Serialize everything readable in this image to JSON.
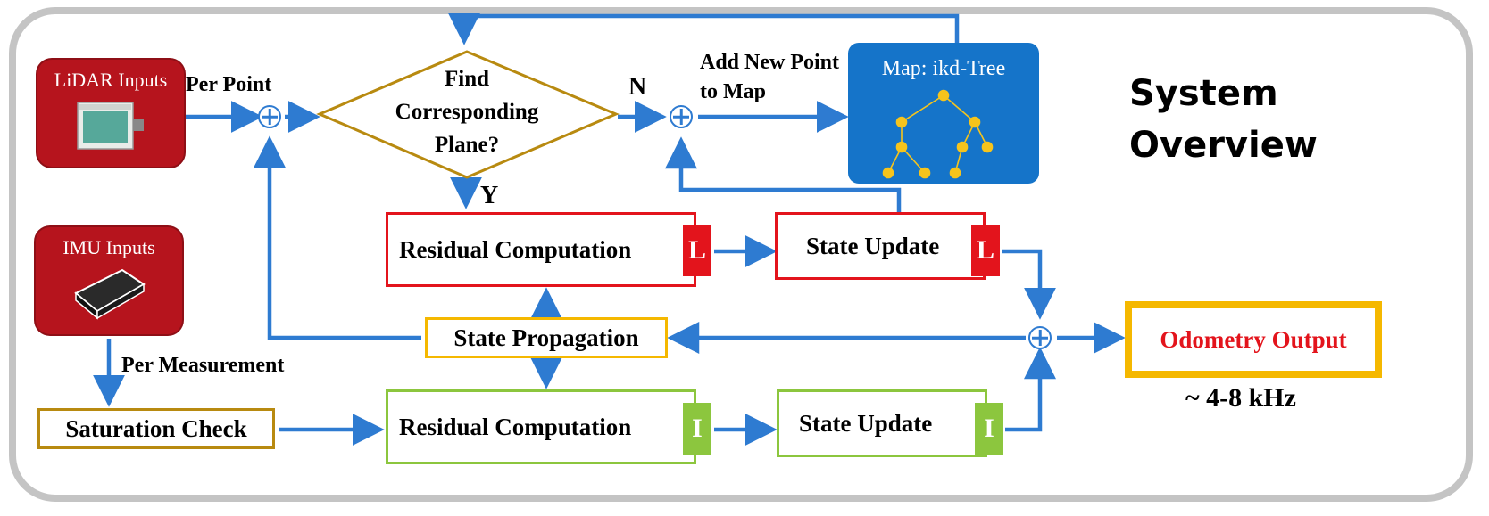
{
  "title": "System Overview",
  "lidar": {
    "label": "LiDAR Inputs"
  },
  "imu": {
    "label": "IMU Inputs"
  },
  "map": {
    "label": "Map: ikd-Tree"
  },
  "decision": {
    "label": "Find Corresponding Plane?",
    "yes_label": "Y",
    "no_label": "N"
  },
  "edges": {
    "per_point": "Per Point",
    "per_measurement": "Per Measurement",
    "add_new_point": "Add New Point to Map"
  },
  "lidar_branch": {
    "residual": "Residual Computation",
    "update": "State Update",
    "tag": "L"
  },
  "imu_branch": {
    "residual": "Residual Computation",
    "update": "State Update",
    "tag": "I"
  },
  "propagation": "State Propagation",
  "saturation": "Saturation Check",
  "output": {
    "label": "Odometry Output",
    "rate": "~ 4-8 kHz"
  },
  "colors": {
    "arrow": "#2e7bd1",
    "lidar_box": "#e3141c",
    "imu_box": "#8cc63e",
    "propagation_box": "#f5b800",
    "decision_outline": "#b88a10",
    "map_bg": "#1574c9",
    "input_card": "#b6141d",
    "output_text": "#e3141c"
  },
  "icons": [
    "lidar-sensor-icon",
    "imu-device-icon",
    "tree-icon",
    "summation-icon"
  ]
}
